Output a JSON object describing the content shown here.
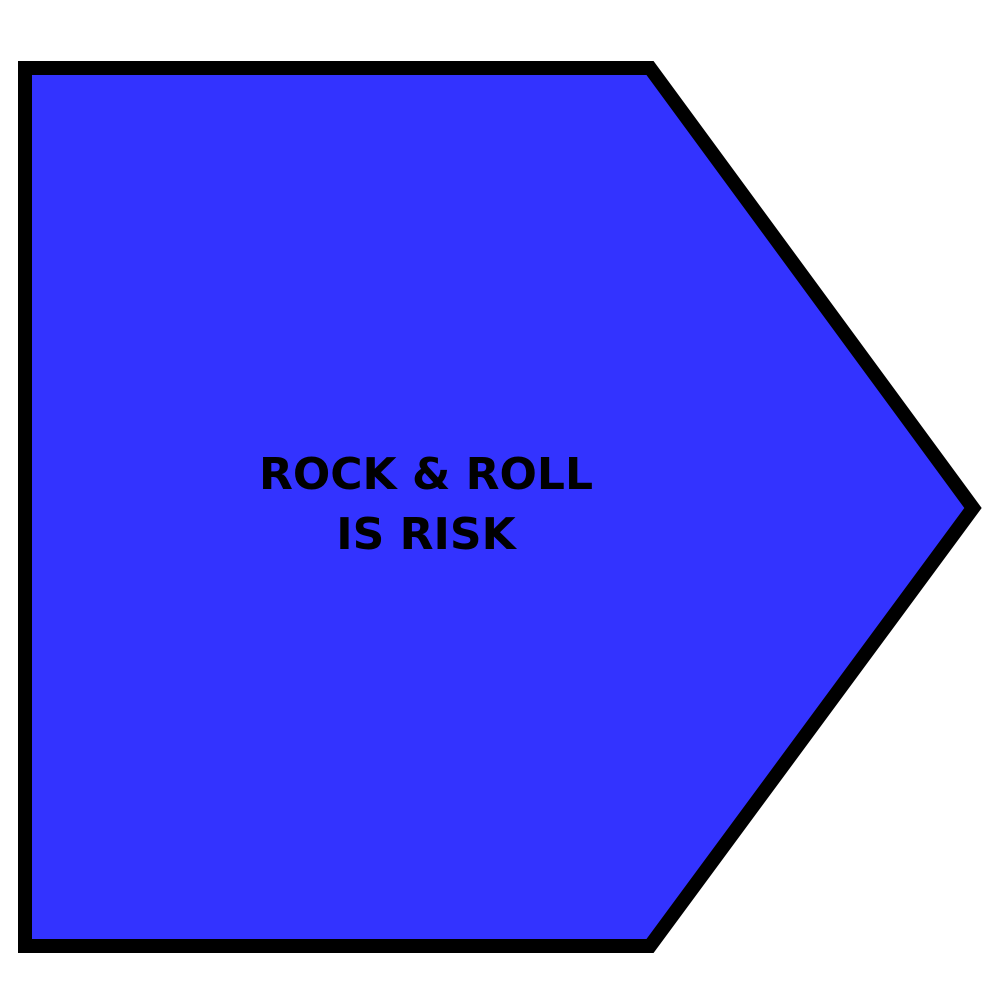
{
  "shape": {
    "type": "pentagon-arrow",
    "fill_color": "#3333ff",
    "stroke_color": "#000000",
    "text_color": "#000000"
  },
  "text": {
    "line1": "ROCK & ROLL",
    "line2": "IS RISK"
  }
}
